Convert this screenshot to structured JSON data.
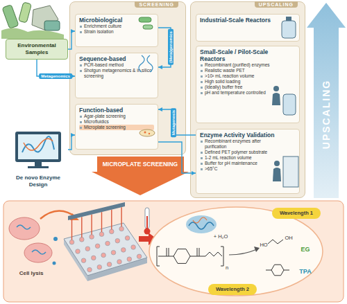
{
  "diagram": {
    "nodes": [
      {
        "text": [
          "Environmental Samples"
        ]
      },
      {
        "text": [
          "SCREENING"
        ]
      },
      {
        "text": [
          "Microbiological",
          "Enrichment culture",
          "Strain isolation"
        ],
        "in": 1
      },
      {
        "text": [
          "Sequence-based",
          "PCR-based method",
          "Shotgun metagenomics & in silico screening"
        ],
        "in": 1
      },
      {
        "text": [
          "Function-based",
          "Agar-plate screening",
          "Microfluidics",
          "Microplate screening"
        ],
        "in": 1
      },
      {
        "text": [
          "UPSCALING"
        ]
      },
      {
        "text": [
          "Industrial-Scale Reactors"
        ],
        "in": 5
      },
      {
        "text": [
          "Small-Scale / Pilot-Scale Reactors",
          "Recombinant (purified) enzymes",
          "Realistic waste PET",
          ">10² mL reaction volume",
          "High solid loading",
          "(Ideally) buffer free",
          "pH and temperature controlled"
        ],
        "in": 5
      },
      {
        "text": [
          "Enzyme Activity Validation",
          "Recombinant enzymes after purification",
          "Defined PET polymer substrate",
          "1-2 mL reaction volume",
          "Buffer for pH maintenance",
          ">65°C"
        ],
        "in": 5
      },
      {
        "text": [
          "De novo Enzyme Design"
        ]
      },
      {
        "text": [
          "Wavelength 1"
        ]
      },
      {
        "text": [
          "Wavelength 2"
        ]
      }
    ],
    "edges": [
      {
        "from": 0,
        "to": 2,
        "arrow": "to"
      },
      {
        "from": 0,
        "to": 3,
        "label": "Metagenomics",
        "arrow": "to"
      },
      {
        "from": 2,
        "to": 3,
        "label": "(Meta)genomics",
        "arrow": "to"
      },
      {
        "from": 9,
        "to": 4,
        "arrow": "to"
      },
      {
        "from": 4,
        "to": 8,
        "arrow": "to"
      },
      {
        "from": 8,
        "to": 4,
        "label": "Mutagenesis",
        "arrow": "to"
      }
    ],
    "labels": [
      "UPSCALING",
      "MICROPLATE SCREENING",
      "Cell lysis",
      "+ H₂O",
      "n",
      "HO",
      "OH",
      "EG",
      "TPA"
    ]
  }
}
